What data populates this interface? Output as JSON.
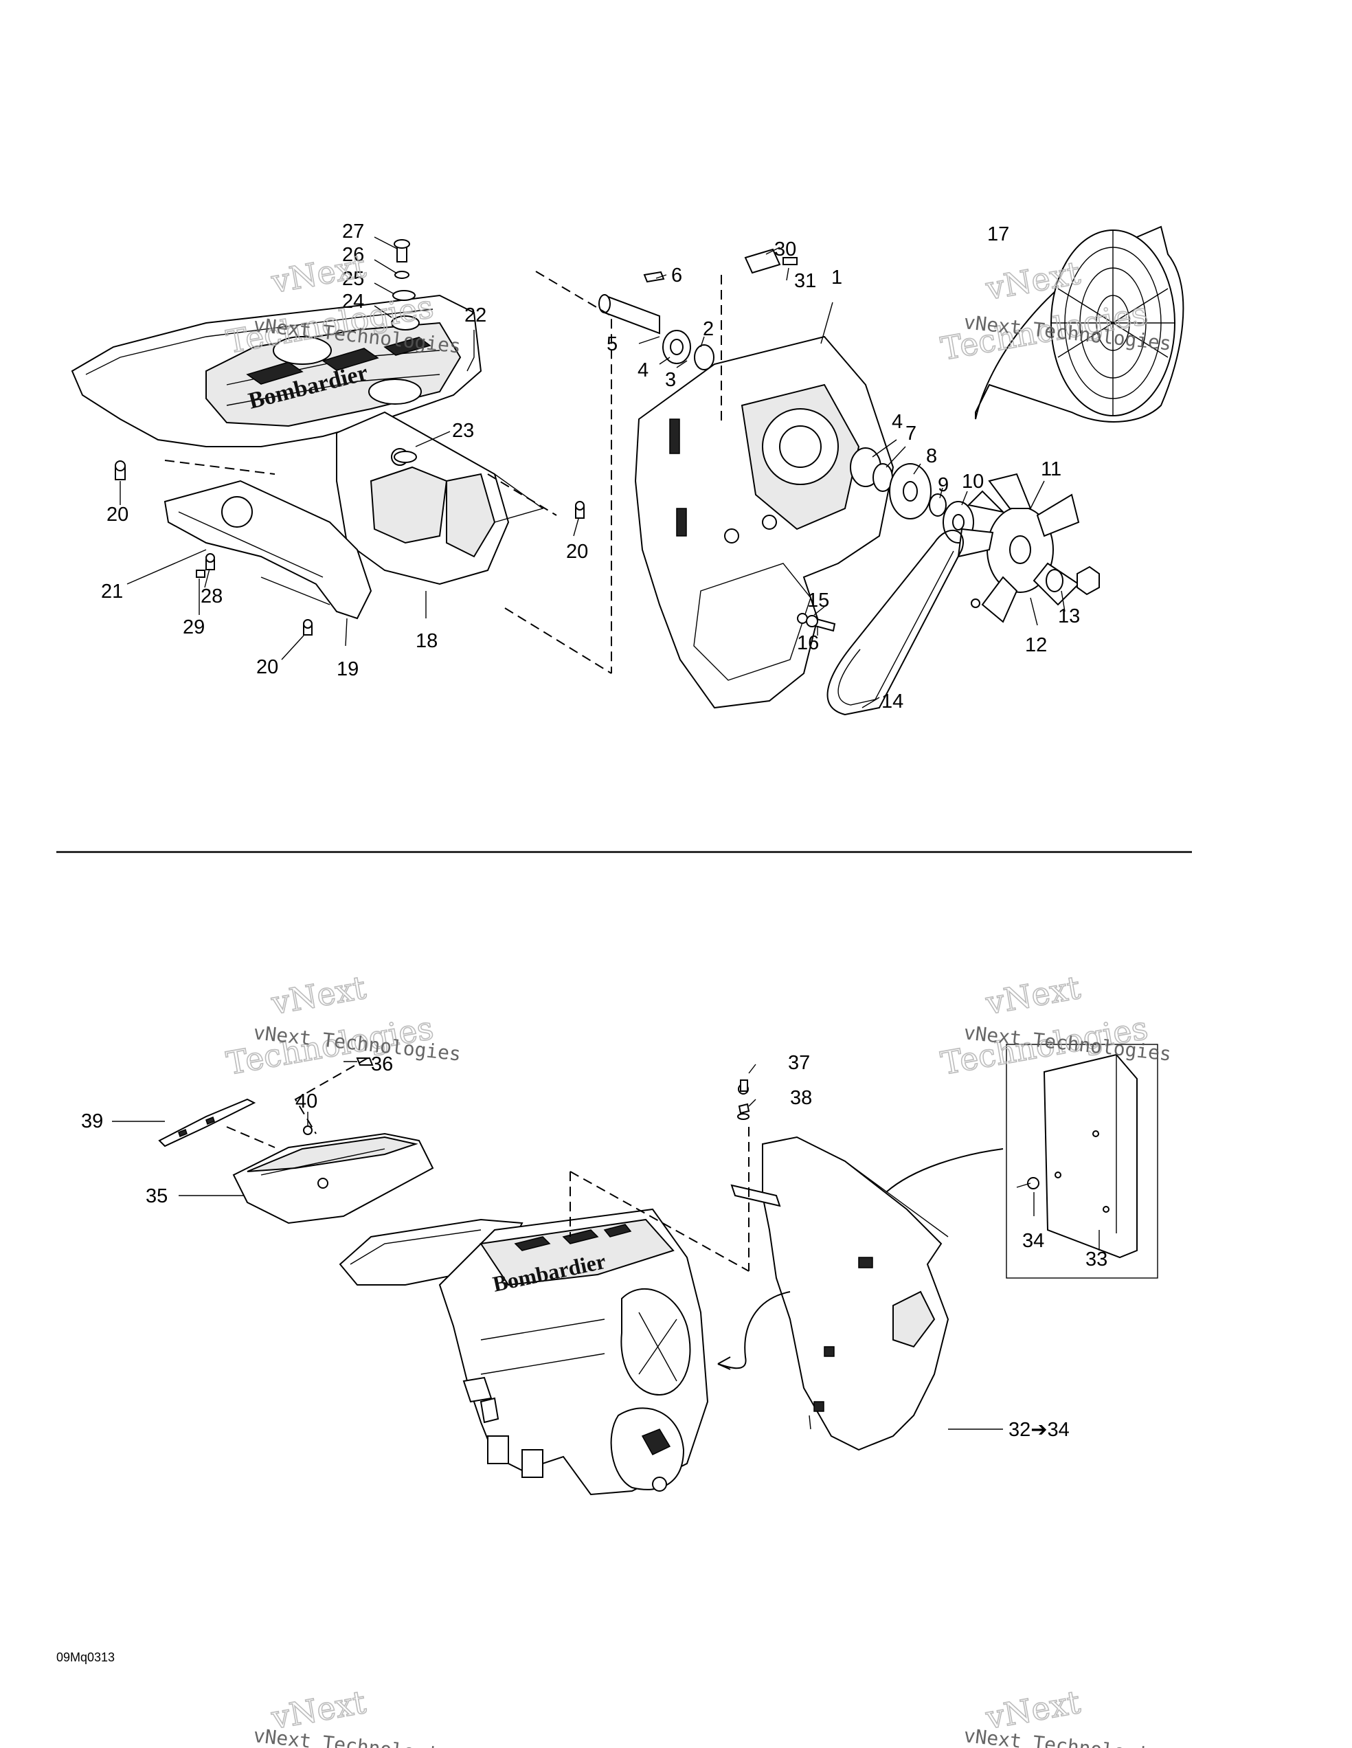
{
  "callouts_top": [
    {
      "id": "c27",
      "text": "27"
    },
    {
      "id": "c26",
      "text": "26"
    },
    {
      "id": "c25",
      "text": "25"
    },
    {
      "id": "c24",
      "text": "24"
    },
    {
      "id": "c22",
      "text": "22"
    },
    {
      "id": "c23",
      "text": "23"
    },
    {
      "id": "c20a",
      "text": "20"
    },
    {
      "id": "c20b",
      "text": "20"
    },
    {
      "id": "c20c",
      "text": "20"
    },
    {
      "id": "c21",
      "text": "21"
    },
    {
      "id": "c28",
      "text": "28"
    },
    {
      "id": "c29",
      "text": "29"
    },
    {
      "id": "c18",
      "text": "18"
    },
    {
      "id": "c19",
      "text": "19"
    },
    {
      "id": "c6",
      "text": "6"
    },
    {
      "id": "c5",
      "text": "5"
    },
    {
      "id": "c2",
      "text": "2"
    },
    {
      "id": "c4a",
      "text": "4"
    },
    {
      "id": "c3",
      "text": "3"
    },
    {
      "id": "c30",
      "text": "30"
    },
    {
      "id": "c31",
      "text": "31"
    },
    {
      "id": "c1",
      "text": "1"
    },
    {
      "id": "c17",
      "text": "17"
    },
    {
      "id": "c4b",
      "text": "4"
    },
    {
      "id": "c7",
      "text": "7"
    },
    {
      "id": "c8",
      "text": "8"
    },
    {
      "id": "c9",
      "text": "9"
    },
    {
      "id": "c10",
      "text": "10"
    },
    {
      "id": "c11",
      "text": "11"
    },
    {
      "id": "c15",
      "text": "15"
    },
    {
      "id": "c16",
      "text": "16"
    },
    {
      "id": "c13",
      "text": "13"
    },
    {
      "id": "c12",
      "text": "12"
    },
    {
      "id": "c14",
      "text": "14"
    }
  ],
  "callouts_bottom": [
    {
      "id": "c36",
      "text": "36"
    },
    {
      "id": "c39",
      "text": "39"
    },
    {
      "id": "c40",
      "text": "40"
    },
    {
      "id": "c35",
      "text": "35"
    },
    {
      "id": "c37",
      "text": "37"
    },
    {
      "id": "c38",
      "text": "38"
    },
    {
      "id": "c34",
      "text": "34"
    },
    {
      "id": "c33",
      "text": "33"
    },
    {
      "id": "c32r",
      "text": "32➔34"
    }
  ],
  "watermark": {
    "line1": "vNext",
    "line2": "Technologies",
    "caption": "vNext Technologies"
  },
  "drawing_code": "09Mq0313",
  "brand_marking": "Bombardier"
}
